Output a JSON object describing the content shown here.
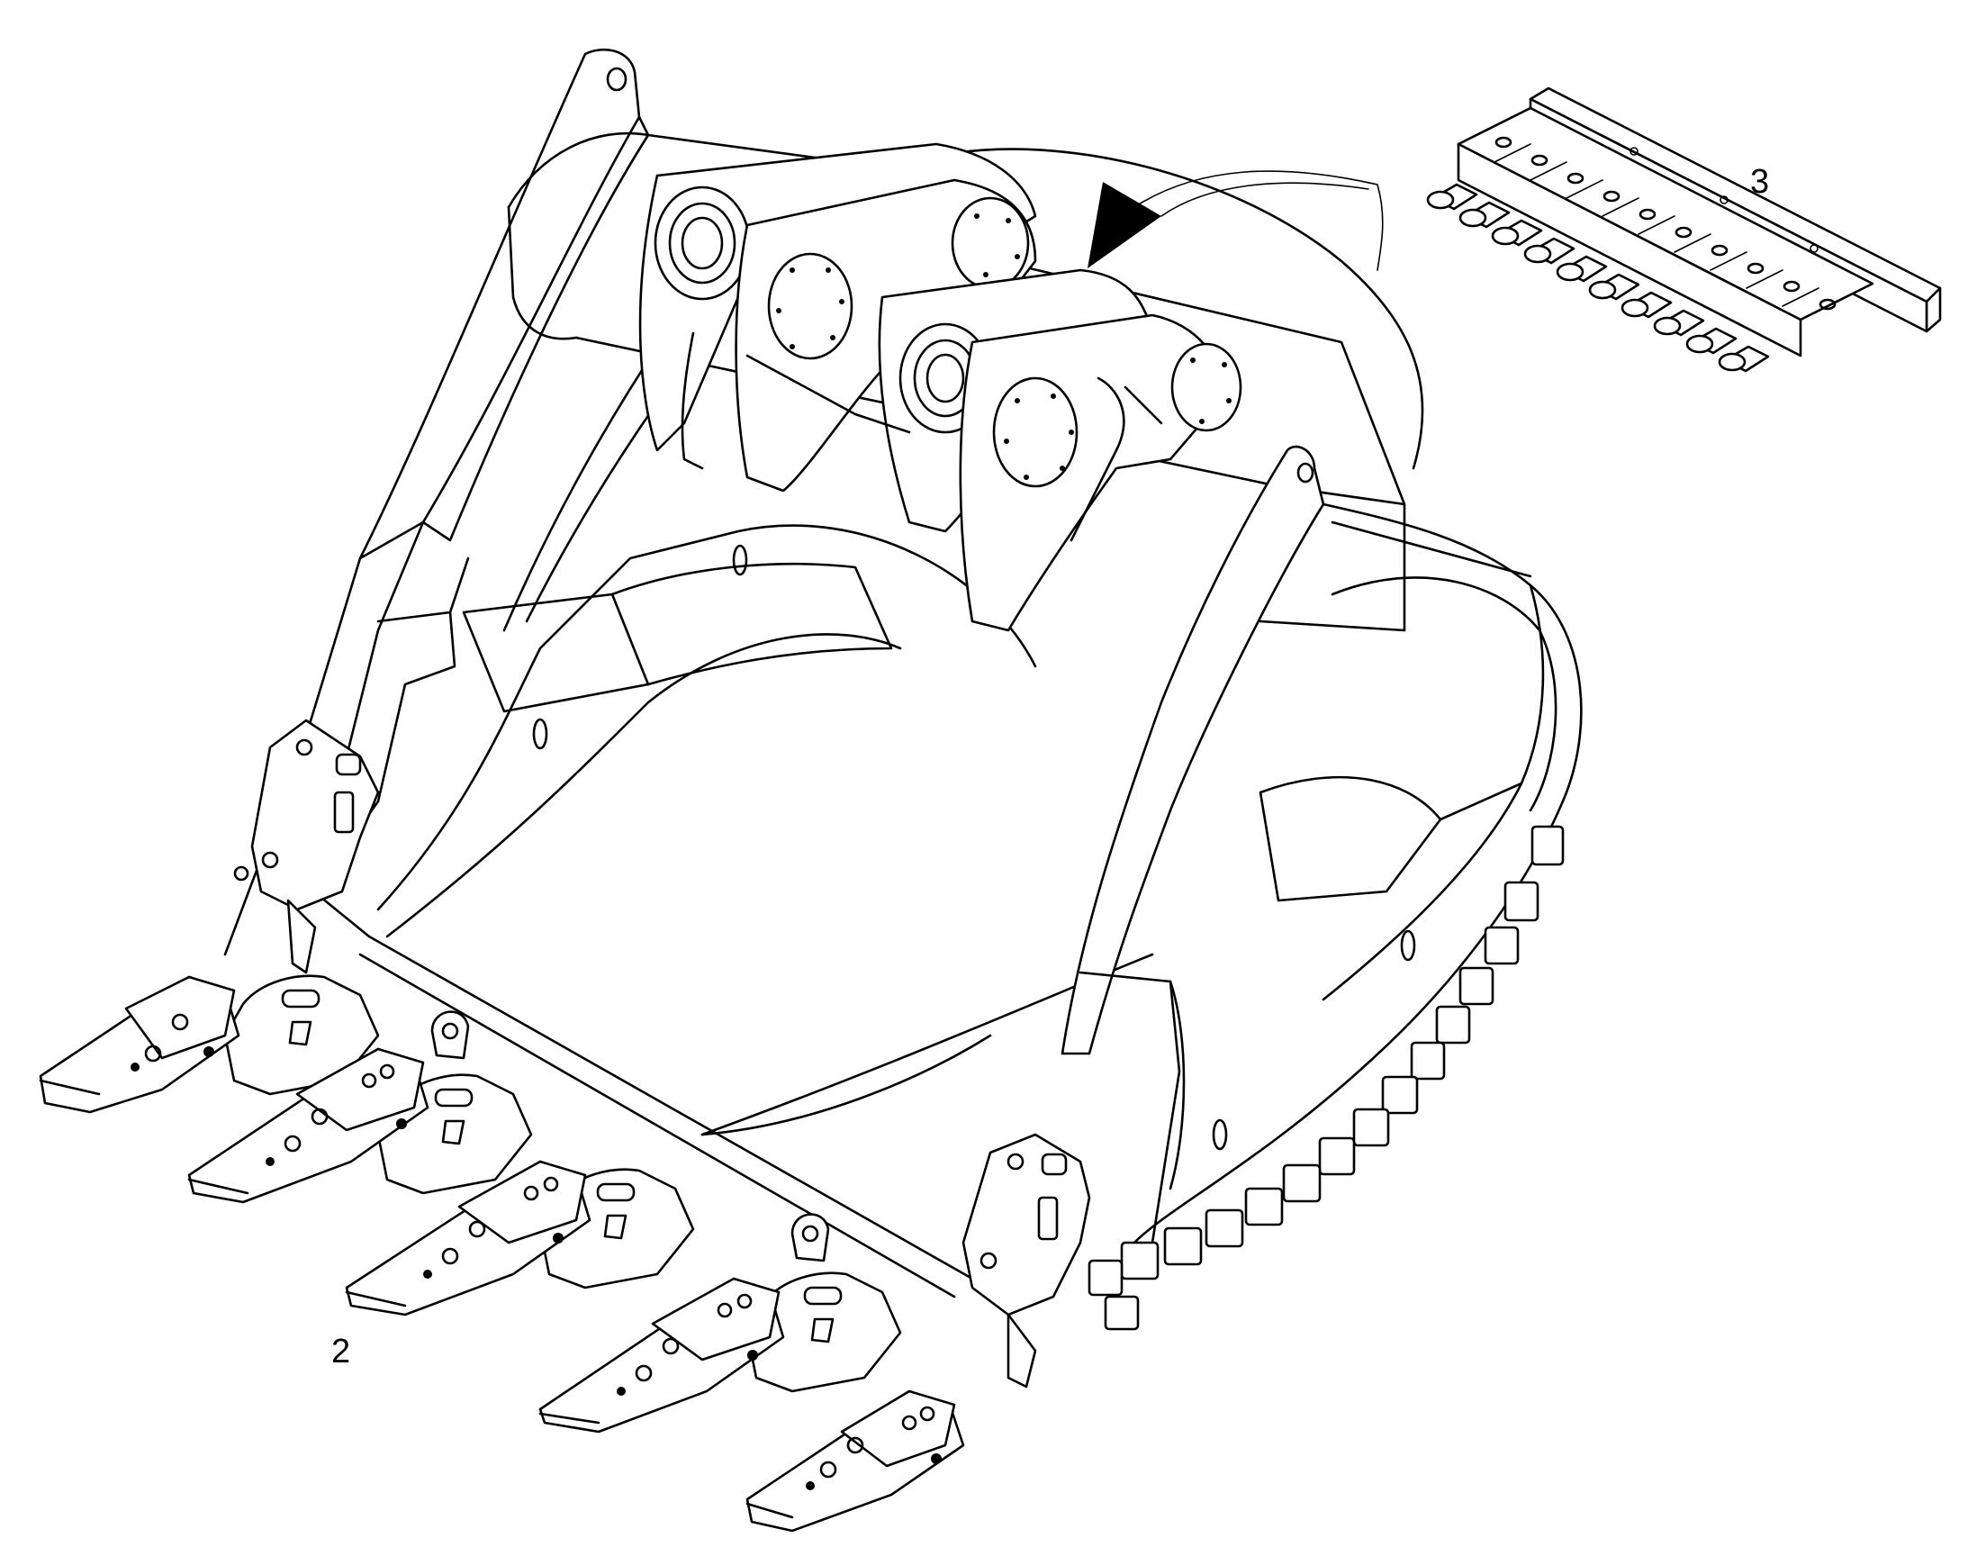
{
  "callouts": {
    "item_2": "2",
    "item_3": "3"
  },
  "colors": {
    "line": "#000000",
    "background": "#ffffff"
  },
  "parts": {
    "bucket": "excavator-bucket-icon",
    "teeth_count": 5,
    "side_cutters_count": 16,
    "grease_distribution_block_outlets": 10
  }
}
